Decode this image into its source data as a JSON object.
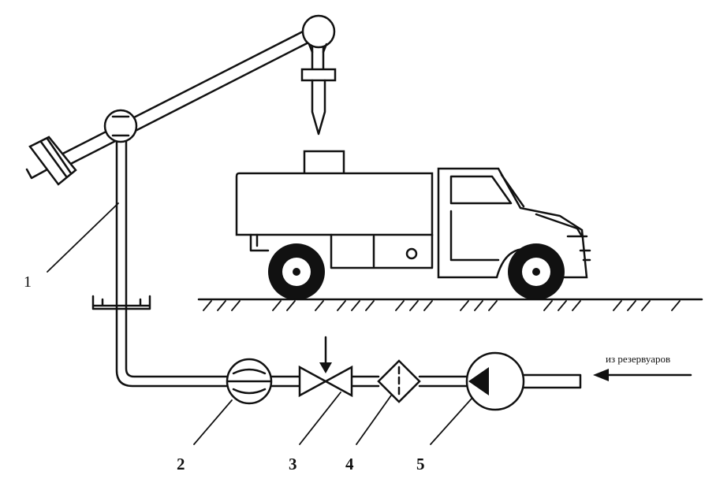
{
  "labels": {
    "n1": "1",
    "n2": "2",
    "n3": "3",
    "n4": "4",
    "n5": "5",
    "source": "из резервуаров"
  }
}
